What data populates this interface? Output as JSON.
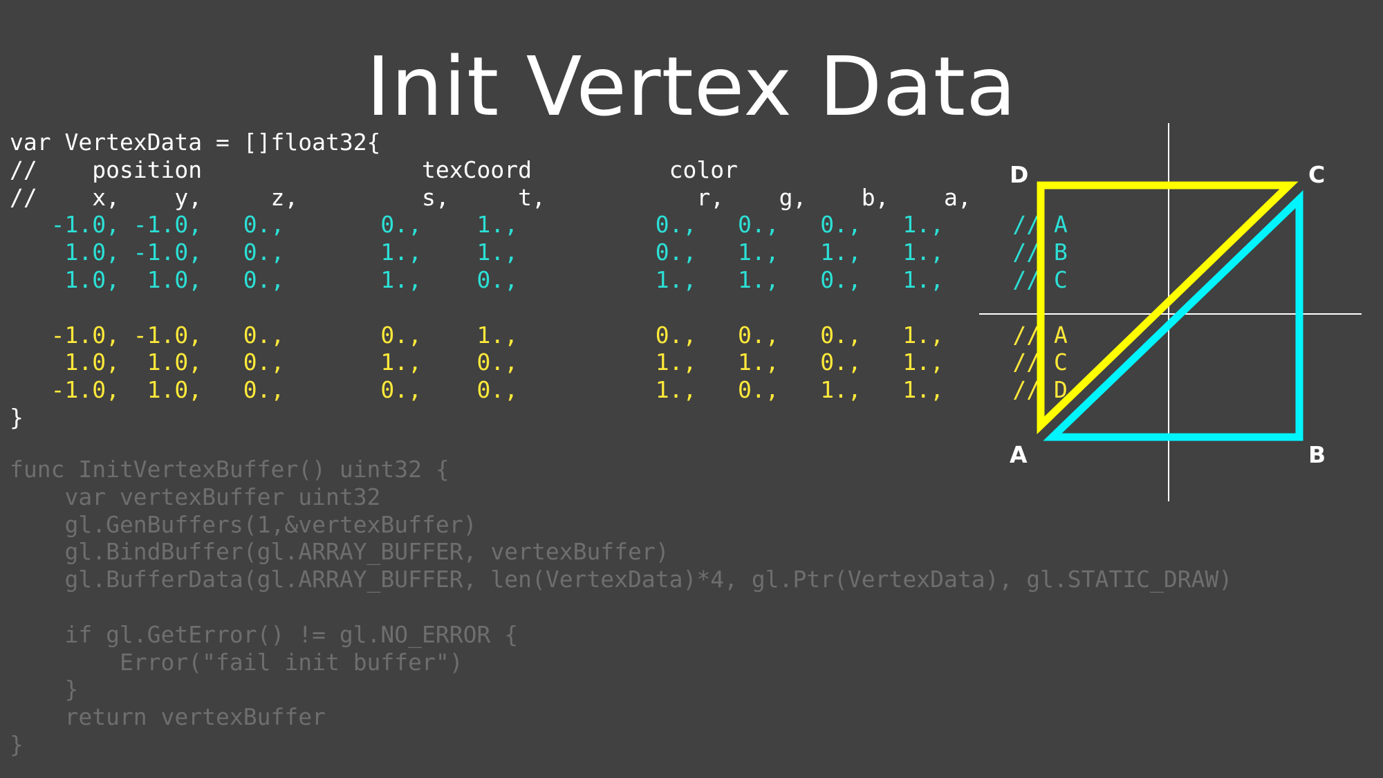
{
  "title": "Init Vertex Data",
  "code": {
    "header": [
      "var VertexData = []float32{",
      "//    position                texCoord          color",
      "//    x,    y,     z,         s,     t,           r,    g,    b,    a,"
    ],
    "rows_triangle1": [
      "   -1.0, -1.0,   0.,       0.,    1.,          0.,   0.,   0.,   1.,     // A",
      "    1.0, -1.0,   0.,       1.,    1.,          0.,   1.,   1.,   1.,     // B",
      "    1.0,  1.0,   0.,       1.,    0.,          1.,   1.,   0.,   1.,     // C"
    ],
    "rows_triangle2": [
      "   -1.0, -1.0,   0.,       0.,    1.,          0.,   0.,   0.,   1.,     // A",
      "    1.0,  1.0,   0.,       1.,    0.,          1.,   1.,   0.,   1.,     // C",
      "   -1.0,  1.0,   0.,       0.,    0.,          1.,   0.,   1.,   1.,     // D"
    ],
    "closing": "}",
    "func_lines": [
      "func InitVertexBuffer() uint32 {",
      "    var vertexBuffer uint32",
      "    gl.GenBuffers(1,&vertexBuffer)",
      "    gl.BindBuffer(gl.ARRAY_BUFFER, vertexBuffer)",
      "    gl.BufferData(gl.ARRAY_BUFFER, len(VertexData)*4, gl.Ptr(VertexData), gl.STATIC_DRAW)",
      "",
      "    if gl.GetError() != gl.NO_ERROR {",
      "        Error(\"fail init buffer\")",
      "    }",
      "    return vertexBuffer",
      "}"
    ]
  },
  "diagram": {
    "vertex_labels": {
      "a": "A",
      "b": "B",
      "c": "C",
      "d": "D"
    },
    "colors": {
      "triangle1": "#00f5ff",
      "triangle2": "#ffff00",
      "axes": "#ffffff",
      "code_cyan": "#2ce0d6",
      "code_yellow": "#ffe93a",
      "code_dim": "#6e6e6e",
      "background": "#414141"
    }
  }
}
